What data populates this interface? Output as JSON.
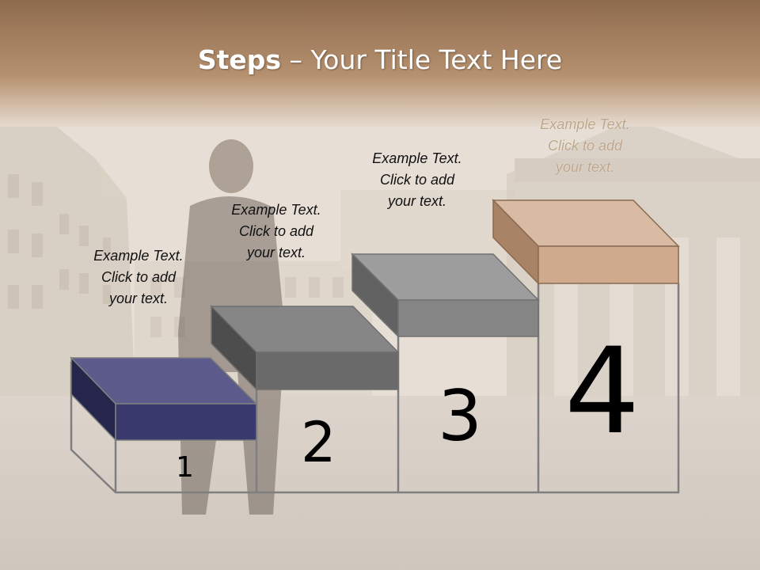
{
  "slide": {
    "title_bold": "Steps",
    "title_rest": " – Your Title Text Here"
  },
  "steps": [
    {
      "number": "1",
      "caption": [
        "Example Text.",
        "Click  to add",
        "your text."
      ]
    },
    {
      "number": "2",
      "caption": [
        "Example Text.",
        "Click  to add",
        "your text."
      ]
    },
    {
      "number": "3",
      "caption": [
        "Example Text.",
        "Click  to add",
        "your text."
      ]
    },
    {
      "number": "4",
      "caption": [
        "Example Text.",
        "Click  to add",
        "your text."
      ]
    }
  ],
  "colors": {
    "header": "#8f6b4e",
    "step1": "#3b3a6f",
    "step2": "#6a6a6a",
    "step3": "#858585",
    "step4": "#d4b39a"
  }
}
